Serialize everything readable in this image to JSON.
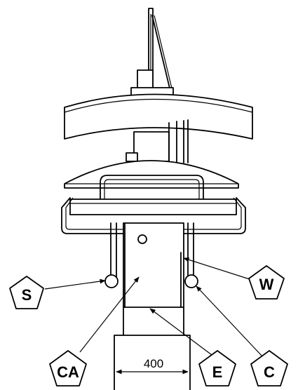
{
  "callouts": {
    "s": "S",
    "w": "W",
    "ca": "CA",
    "e": "E",
    "c": "C"
  },
  "dimension": {
    "width_label": "400"
  }
}
